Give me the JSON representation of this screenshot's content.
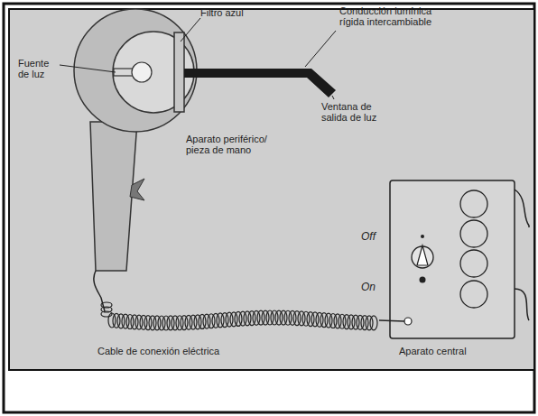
{
  "diagram": {
    "labels": [
      "Fuente de luz",
      "Filtro azul",
      "Conducción lumínica rígida intercambiable",
      "Ventana de salida de luz",
      "Aparato periférico/ pieza de mano",
      "Off",
      "On",
      "Cable de conexión eléctrica",
      "Aparato central"
    ]
  }
}
